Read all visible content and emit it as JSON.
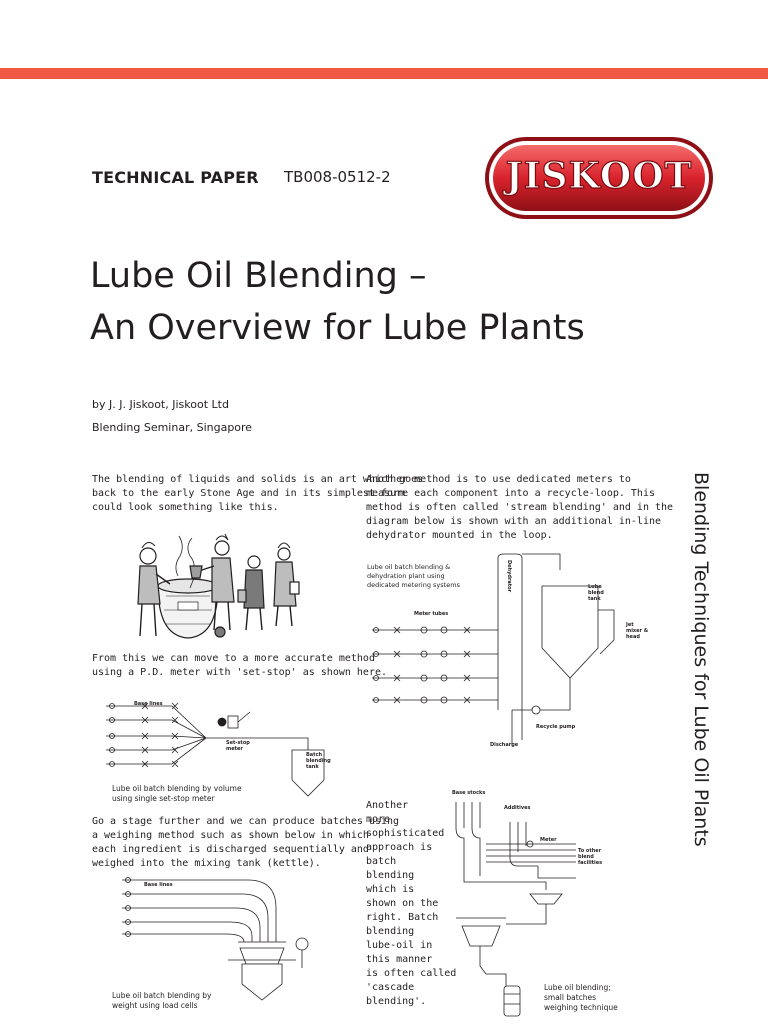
{
  "header": {
    "paper_label": "TECHNICAL PAPER",
    "paper_number": "TB008-0512-2",
    "logo_text": "JISKOOT",
    "accent_color": "#ef5a45",
    "logo_red": "#d9232d"
  },
  "title": {
    "line1": "Lube Oil Blending –",
    "line2": "An Overview for Lube Plants"
  },
  "byline": {
    "author": "by J. J. Jiskoot, Jiskoot Ltd",
    "event": "Blending Seminar, Singapore"
  },
  "side_title": "Blending Techniques for Lube Oil Plants",
  "left_column": {
    "para1": [
      "The blending of liquids and solids is an art which goes",
      "back to the early Stone Age and in its simplest form",
      "could look something like this."
    ],
    "para2": [
      "From this we can move to a more accurate method",
      "using a P.D. meter with 'set-stop' as shown here."
    ],
    "para3": [
      "Go a stage further and we can produce batches using",
      "a weighing method such as shown below in which",
      "each ingredient is discharged sequentially and",
      "weighed into the mixing tank (kettle)."
    ]
  },
  "right_column": {
    "para1": [
      "Another method is to use dedicated meters to",
      "measure each component into a recycle-loop. This",
      "method is often called 'stream blending' and in the",
      "diagram below is shown with an additional in-line",
      "dehydrator mounted in the loop."
    ],
    "para2": [
      "Another",
      "more",
      "sophisticated",
      "approach is",
      "batch",
      "blending",
      "which is",
      "shown on the",
      "right.  Batch",
      "blending",
      "lube-oil in",
      "this manner",
      "is often called",
      "'cascade",
      "blending'."
    ]
  },
  "figures": {
    "volume": {
      "caption": [
        "Lube oil batch blending by volume",
        "using single set-stop meter"
      ],
      "label_base": "Base lines",
      "label_meter": "Set-stop meter",
      "label_tank": "Batch blending tank"
    },
    "weight": {
      "caption": [
        "Lube oil batch blending by",
        "weight using load cells"
      ],
      "label_base": "Base lines"
    },
    "stream": {
      "caption": [
        "Lube oil batch blending &",
        "dehydration plant using",
        "dedicated metering systems"
      ],
      "label_meters": "Meter tubes",
      "label_dehydrator": "Dehydrator",
      "label_tank": "Lube blend tank",
      "label_jet": "Jet mixer & head",
      "label_recycle": "Recycle pump",
      "label_discharge": "Discharge"
    },
    "cascade": {
      "caption": [
        "Lube oil blending;",
        "small batches",
        "weighing technique"
      ],
      "label_base": "Base stocks",
      "label_additives": "Additives",
      "label_meter": "Meter",
      "label_other": "To other blend facilities"
    }
  }
}
